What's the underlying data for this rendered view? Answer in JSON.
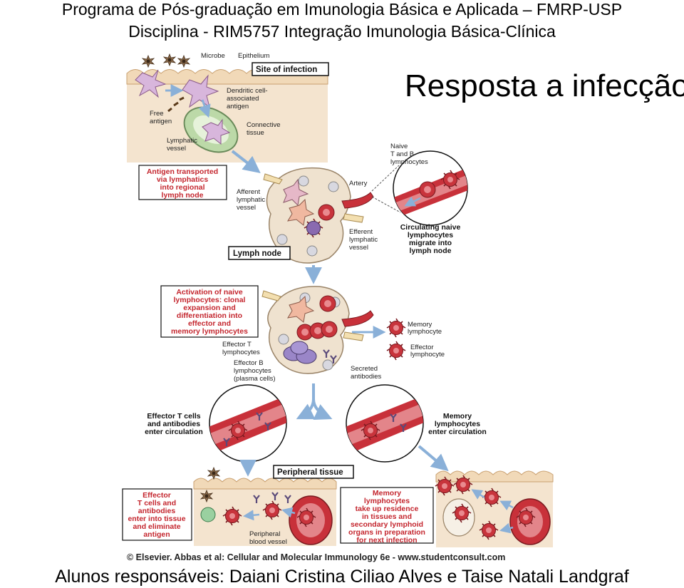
{
  "header": {
    "line1": "Programa de Pós-graduação em Imunologia Básica e Aplicada – FMRP-USP",
    "line2": "Disciplina - RIM5757 Integração Imunologia Básica-Clínica"
  },
  "slide_title": "Resposta a infecção",
  "credit": "© Elsevier. Abbas et al: Cellular and Molecular Immunology 6e - www.studentconsult.com",
  "footer": "Alunos responsáveis: Daiani Cristina Ciliao Alves e Taise Natali Landgraf",
  "diagram": {
    "site_infection": {
      "box_label": "Site of infection",
      "microbe": "Microbe",
      "epithelium": "Epithelium",
      "free_antigen": [
        "Free",
        "antigen"
      ],
      "dendritic": [
        "Dendritic cell-",
        "associated",
        "antigen"
      ],
      "connective": [
        "Connective",
        "tissue"
      ],
      "lymphatic_vessel": [
        "Lymphatic",
        "vessel"
      ]
    },
    "antigen_transport": [
      "Antigen transported",
      "via lymphatics",
      "into regional",
      "lymph node"
    ],
    "lymph_node": {
      "box_label": "Lymph node",
      "afferent": [
        "Afferent",
        "lymphatic",
        "vessel"
      ],
      "artery": "Artery",
      "efferent": [
        "Efferent",
        "lymphatic",
        "vessel"
      ]
    },
    "naive": {
      "label": [
        "Naive",
        "T and B",
        "lymphocytes"
      ],
      "circulating": [
        "Circulating naive",
        "lymphocytes",
        "migrate into",
        "lymph node"
      ]
    },
    "activation": {
      "text": [
        "Activation of naive",
        "lymphocytes: clonal",
        "expansion and",
        "differentiation into",
        "effector and",
        "memory lymphocytes"
      ],
      "effector_t": [
        "Effector T",
        "lymphocytes"
      ],
      "effector_b": [
        "Effector B",
        "lymphocytes",
        "(plasma cells)"
      ],
      "secreted": [
        "Secreted",
        "antibodies"
      ],
      "memory_lymph": [
        "Memory",
        "lymphocyte"
      ],
      "effector_lymph": [
        "Effector",
        "lymphocyte"
      ]
    },
    "circulation": {
      "effector": [
        "Effector  T cells",
        "and antibodies",
        "enter circulation"
      ],
      "memory": [
        "Memory",
        "lymphocytes",
        "enter circulation"
      ]
    },
    "peripheral": {
      "box_label": "Peripheral tissue",
      "effector_text": [
        "Effector",
        "T cells and",
        "antibodies",
        "enter into tissue",
        "and eliminate",
        "antigen"
      ],
      "blood_vessel": [
        "Peripheral",
        "blood vessel"
      ],
      "memory_text": [
        "Memory",
        "lymphocytes",
        "take up residence",
        "in tissues and",
        "secondary lymphoid",
        "organs in preparation",
        "for next infection"
      ]
    },
    "colors": {
      "vessel_red": "#c8313a",
      "cell_red": "#c8343c",
      "label_red": "#c4262e",
      "arrow_blue": "#8ab0d8",
      "tissue_beige": "#f4e4cf",
      "node_beige": "#efe2cf"
    }
  }
}
